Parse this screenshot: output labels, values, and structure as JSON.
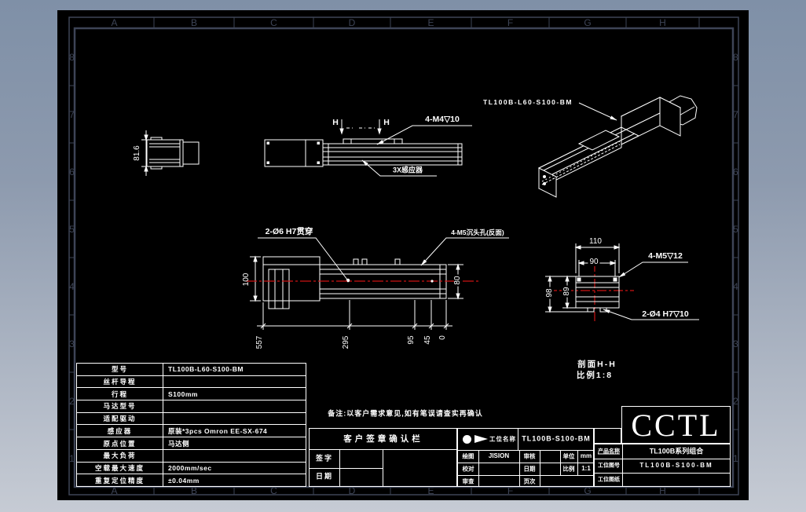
{
  "colors": {
    "frame": "#3d4456",
    "line": "#ffffff",
    "centerline": "#cc1414",
    "sheet_bg": "#000000"
  },
  "grid": {
    "columns": [
      "A",
      "B",
      "C",
      "D",
      "E",
      "F",
      "G",
      "H"
    ],
    "rows": [
      "8",
      "7",
      "6",
      "5",
      "4",
      "3",
      "2",
      "1"
    ]
  },
  "iso_view": {
    "label": "TL100B-L60-S100-BM"
  },
  "end_view": {
    "height_dim": "81.6"
  },
  "front_view": {
    "section_mark_left": "H",
    "section_mark_right": "H",
    "tap_label": "4-M4▽10",
    "sensor_label": "3X感应器"
  },
  "plan_view": {
    "through_hole_label": "2-Ø6 H7贯穿",
    "countersink_label": "4-M5沉头孔(反面)",
    "dim_100": "100",
    "dim_80": "80",
    "bottom_dims": [
      "557",
      "295",
      "95",
      "45",
      "0"
    ]
  },
  "section_view": {
    "dim_110": "110",
    "dim_90": "90",
    "dim_98": "98",
    "dim_89": "89",
    "tap_label": "4-M5▽12",
    "dowel_label": "2-Ø4 H7▽10",
    "caption_line1": "剖面H-H",
    "caption_line2": "比例1:8"
  },
  "spec_table": {
    "rows": [
      {
        "label": "型号",
        "value": "TL100B-L60-S100-BM"
      },
      {
        "label": "丝杆导程",
        "value": ""
      },
      {
        "label": "行程",
        "value": "S100mm"
      },
      {
        "label": "马达型号",
        "value": ""
      },
      {
        "label": "适配驱动",
        "value": ""
      },
      {
        "label": "感应器",
        "value": "原装*3pcs Omron EE-SX-674"
      },
      {
        "label": "原点位置",
        "value": "马达侧"
      },
      {
        "label": "最大负荷",
        "value": ""
      },
      {
        "label": "空载最大速度",
        "value": "2000mm/sec"
      },
      {
        "label": "重复定位精度",
        "value": "±0.04mm"
      }
    ]
  },
  "notes": {
    "remark": "备注:以客户需求意见,如有笔误请查实再确认"
  },
  "customer_block": {
    "title": "客户签章确认栏",
    "sign_label": "签字",
    "date_label": "日期"
  },
  "title_block": {
    "station_label": "工位名称",
    "station_value": "TL100B-S100-BM",
    "draw_label": "绘图",
    "draw_value": "JISION",
    "check_label": "审核",
    "check_value": "",
    "unit_label": "单位",
    "unit_value": "mm",
    "proof_label": "校对",
    "proof_value": "",
    "date_label": "日期",
    "date_value": "",
    "scale_label": "比例",
    "scale_value": "1:1",
    "review_label": "审查",
    "page_label": "页次",
    "logo_text": "CCTL",
    "product_name_label": "产品名称",
    "product_name_value": "TL100B系列组合",
    "station_no_label": "工位图号",
    "station_no_value": "TL100B-S100-BM",
    "drawing_label": "工位图纸",
    "drawing_value": ""
  }
}
